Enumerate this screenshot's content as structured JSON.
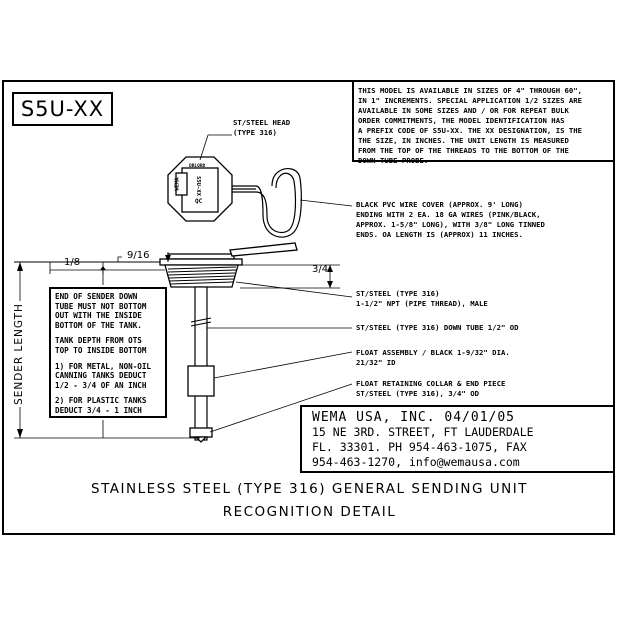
{
  "part_number": "S5U-XX",
  "model_note": {
    "lines": [
      "THIS MODEL IS AVAILABLE IN SIZES OF 4\" THROUGH 60\",",
      "IN 1\" INCREMENTS. SPECIAL APPLICATION 1/2 SIZES ARE",
      "AVAILABLE IN SOME SIZES AND / OR FOR REPEAT BULK",
      "ORDER COMMITMENTS, THE MODEL IDENTIFICATION HAS",
      "A PREFIX CODE OF S5U-XX. THE XX DESIGNATION, IS THE",
      "THE SIZE, IN INCHES.    THE UNIT LENGTH IS MEASURED",
      "FROM THE TOP OF THE THREADS TO THE BOTTOM OF THE",
      "DOWN TUBE PROBE."
    ]
  },
  "head_label": [
    "ST/STEEL HEAD",
    "(TYPE 316)"
  ],
  "head_text": {
    "top": "ORLORD",
    "side": "WEMA",
    "model": "S5U-XX",
    "bottom": "QC"
  },
  "wire_note": [
    "BLACK PVC WIRE COVER (APPROX. 9' LONG)",
    "ENDING WITH 2 EA. 18 GA WIRES (PINK/BLACK,",
    "APPROX. 1-5/8\" LONG), WITH 3/8\" LONG TINNED",
    "ENDS. OA LENGTH IS (APPROX) 11 INCHES."
  ],
  "dimensions": {
    "d1": "1/8",
    "d2": "9/16",
    "d3": "3/4"
  },
  "callouts": {
    "thread": [
      "ST/STEEL (TYPE 316)",
      "1-1/2\" NPT (PIPE THREAD), MALE"
    ],
    "tube": [
      "ST/STEEL (TYPE 316) DOWN TUBE 1/2\" OD"
    ],
    "float": [
      "FLOAT ASSEMBLY / BLACK 1-9/32\" DIA.",
      "21/32\" ID"
    ],
    "collar": [
      "FLOAT RETAINING COLLAR & END PIECE",
      "ST/STEEL (TYPE 316), 3/4\" OD"
    ]
  },
  "sender_length_label": "SENDER LENGTH",
  "sender_note": {
    "block1": [
      "END OF SENDER DOWN",
      "TUBE MUST NOT BOTTOM",
      "OUT WITH THE INSIDE",
      "BOTTOM OF THE TANK."
    ],
    "block2": [
      "TANK DEPTH FROM OTS",
      "TOP TO INSIDE BOTTOM"
    ],
    "block3": [
      "1) FOR METAL, NON-OIL",
      "CANNING TANKS DEDUCT",
      "1/2 - 3/4 OF AN INCH"
    ],
    "block4": [
      "2) FOR PLASTIC TANKS",
      "DEDUCT  3/4 - 1 INCH"
    ]
  },
  "company": {
    "line1": "WEMA  USA,  INC. 04/01/05",
    "line2": "15 NE 3RD. STREET, FT LAUDERDALE",
    "line3": "FL. 33301. PH 954-463-1075,   FAX",
    "line4": "954-463-1270,  info@wemausa.com"
  },
  "title": {
    "line1": "STAINLESS STEEL (TYPE 316) GENERAL SENDING UNIT",
    "line2": "RECOGNITION DETAIL"
  }
}
